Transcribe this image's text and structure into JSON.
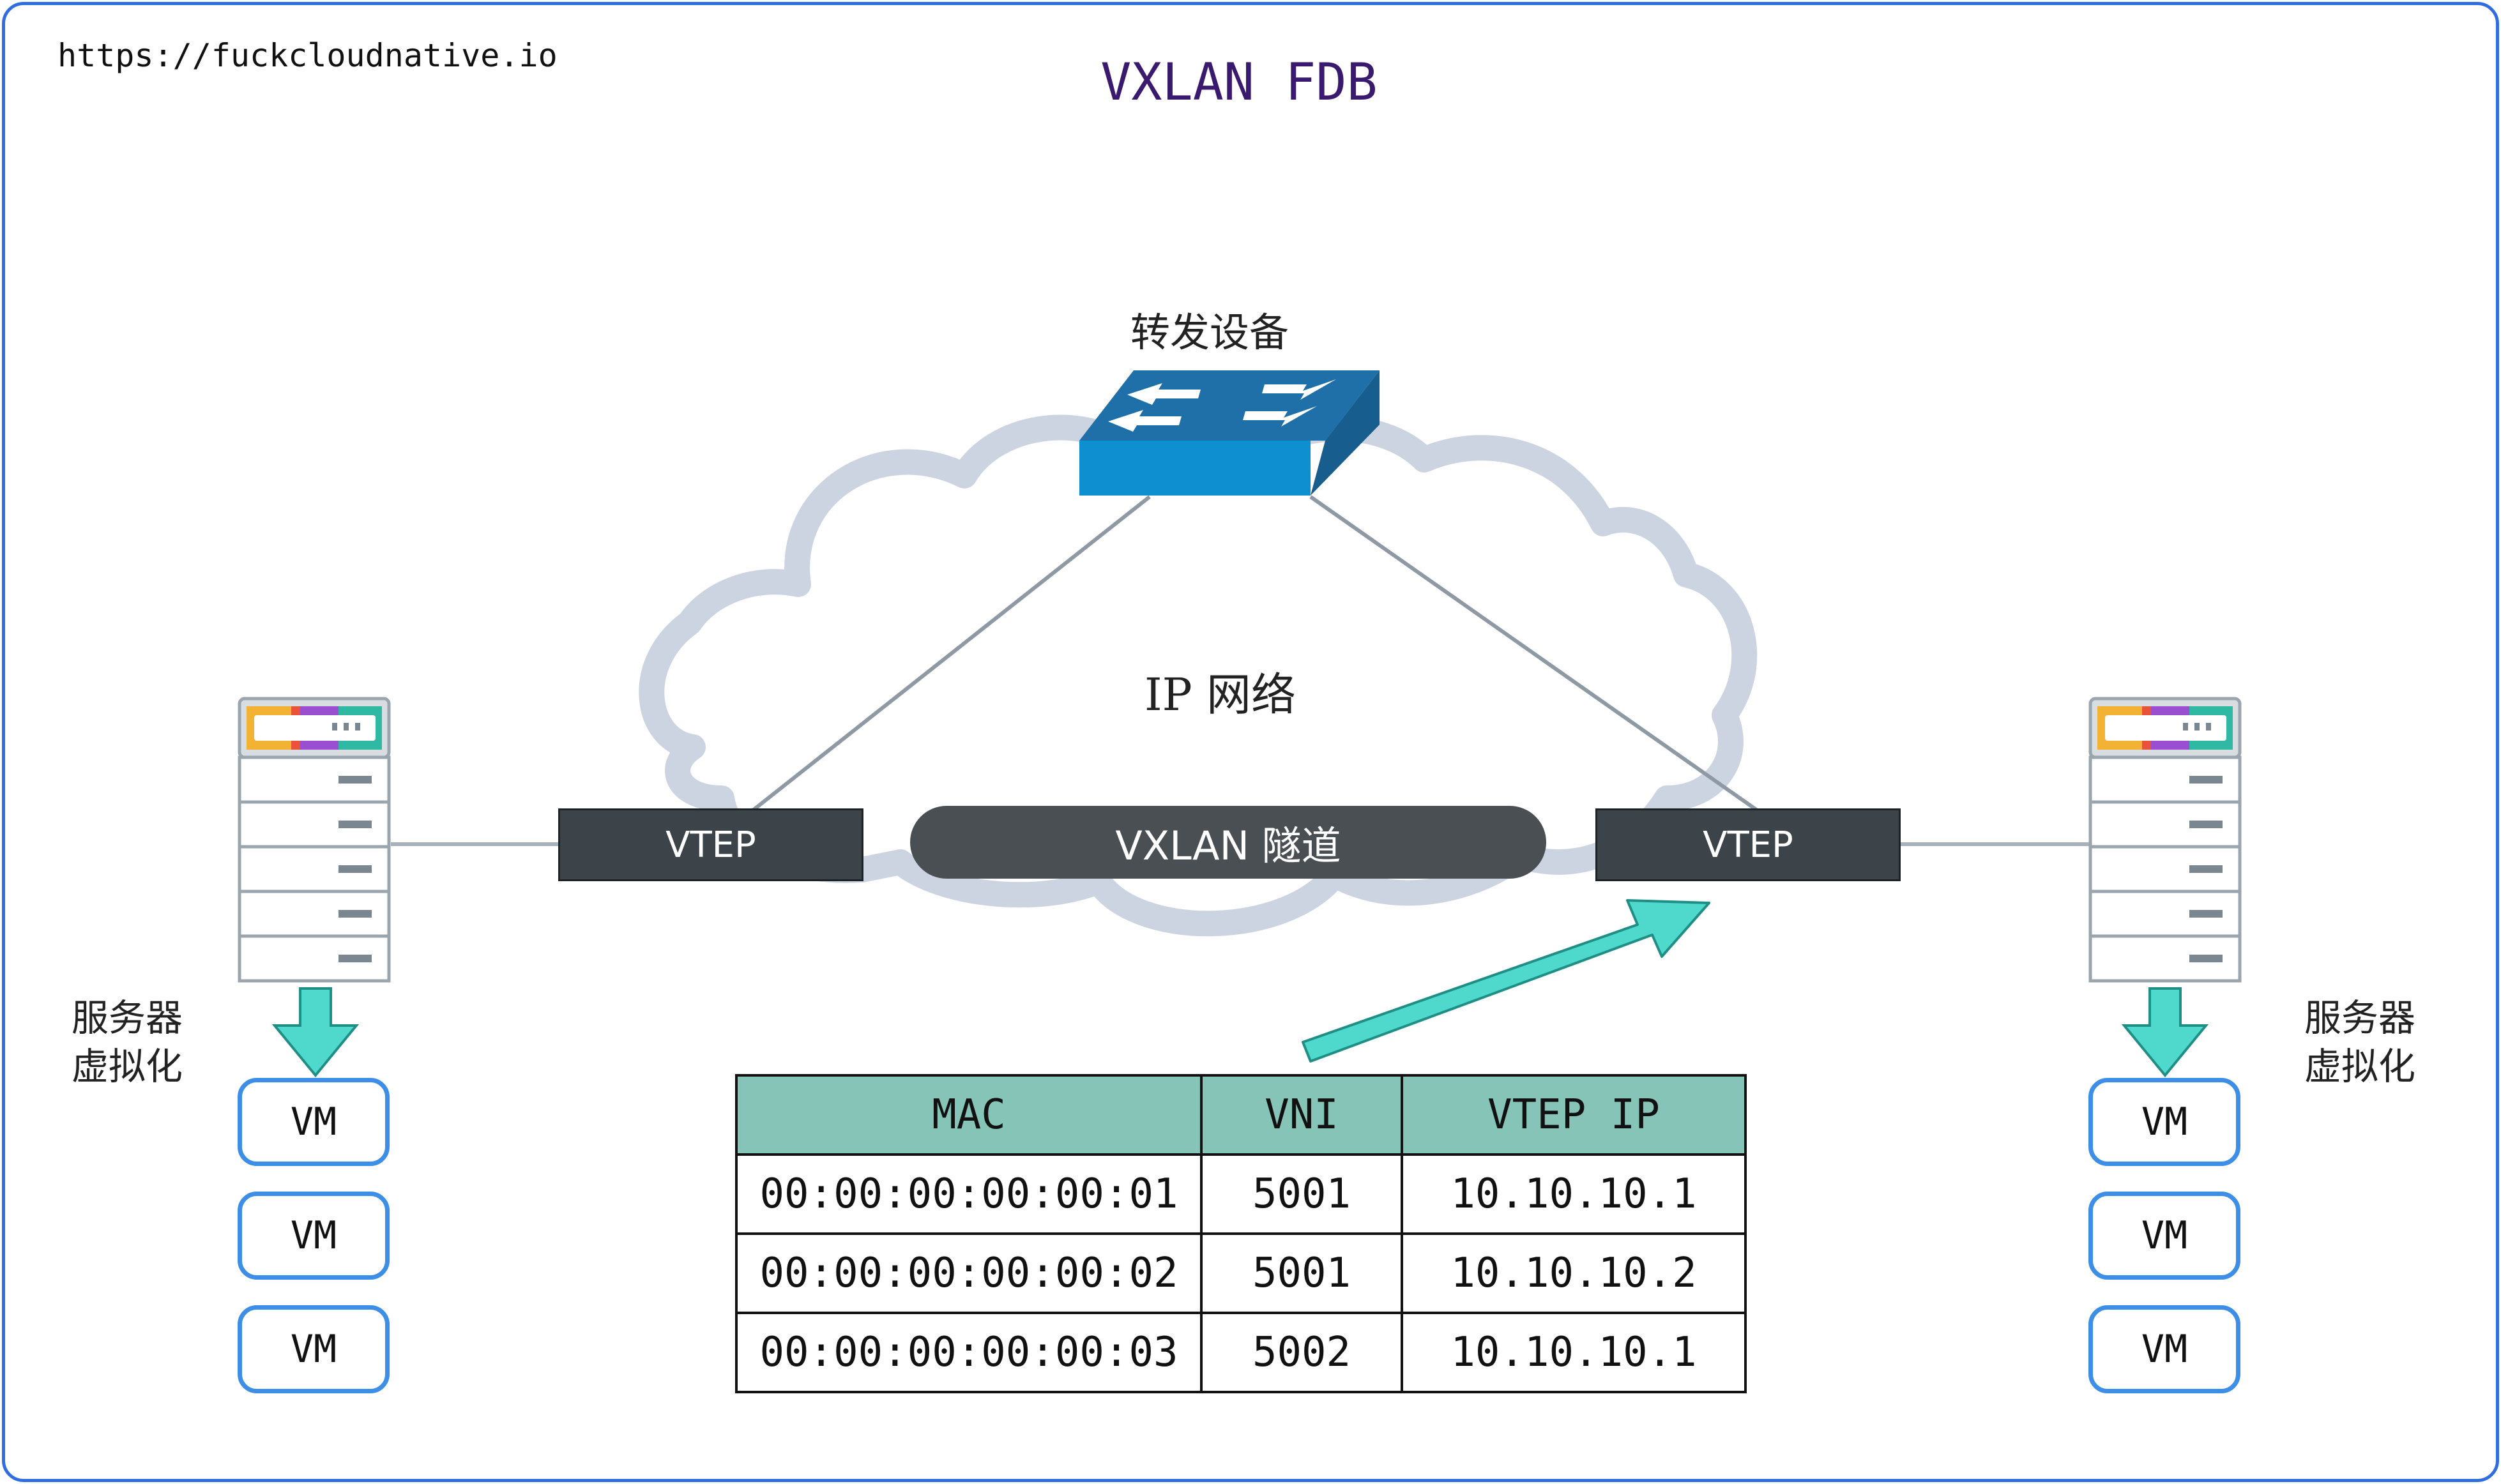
{
  "source_url": "https://fuckcloudnative.io",
  "title": "VXLAN FDB",
  "forwarding_device_label": "转发设备",
  "network_label": "IP 网络",
  "tunnel_label": "VXLAN 隧道",
  "left_host": {
    "vtep_label": "VTEP",
    "caption_line1": "服务器",
    "caption_line2": "虚拟化",
    "vms": [
      "VM",
      "VM",
      "VM"
    ]
  },
  "right_host": {
    "vtep_label": "VTEP",
    "caption_line1": "服务器",
    "caption_line2": "虚拟化",
    "vms": [
      "VM",
      "VM",
      "VM"
    ]
  },
  "fdb_table": {
    "headers": [
      "MAC",
      "VNI",
      "VTEP IP"
    ],
    "rows": [
      [
        "00:00:00:00:00:01",
        "5001",
        "10.10.10.1"
      ],
      [
        "00:00:00:00:00:02",
        "5001",
        "10.10.10.2"
      ],
      [
        "00:00:00:00:00:03",
        "5002",
        "10.10.10.1"
      ]
    ]
  },
  "colors": {
    "frame": "#2f6de0",
    "title": "#3a1a6e",
    "cloud": "#cdd4e1",
    "switch_front": "#0d8fd0",
    "switch_top": "#1f6fa8",
    "vtep": "#3c4349",
    "arrow": "#4fd8cc",
    "table_header": "#86c4b7",
    "vm_border": "#3d8ee6"
  }
}
